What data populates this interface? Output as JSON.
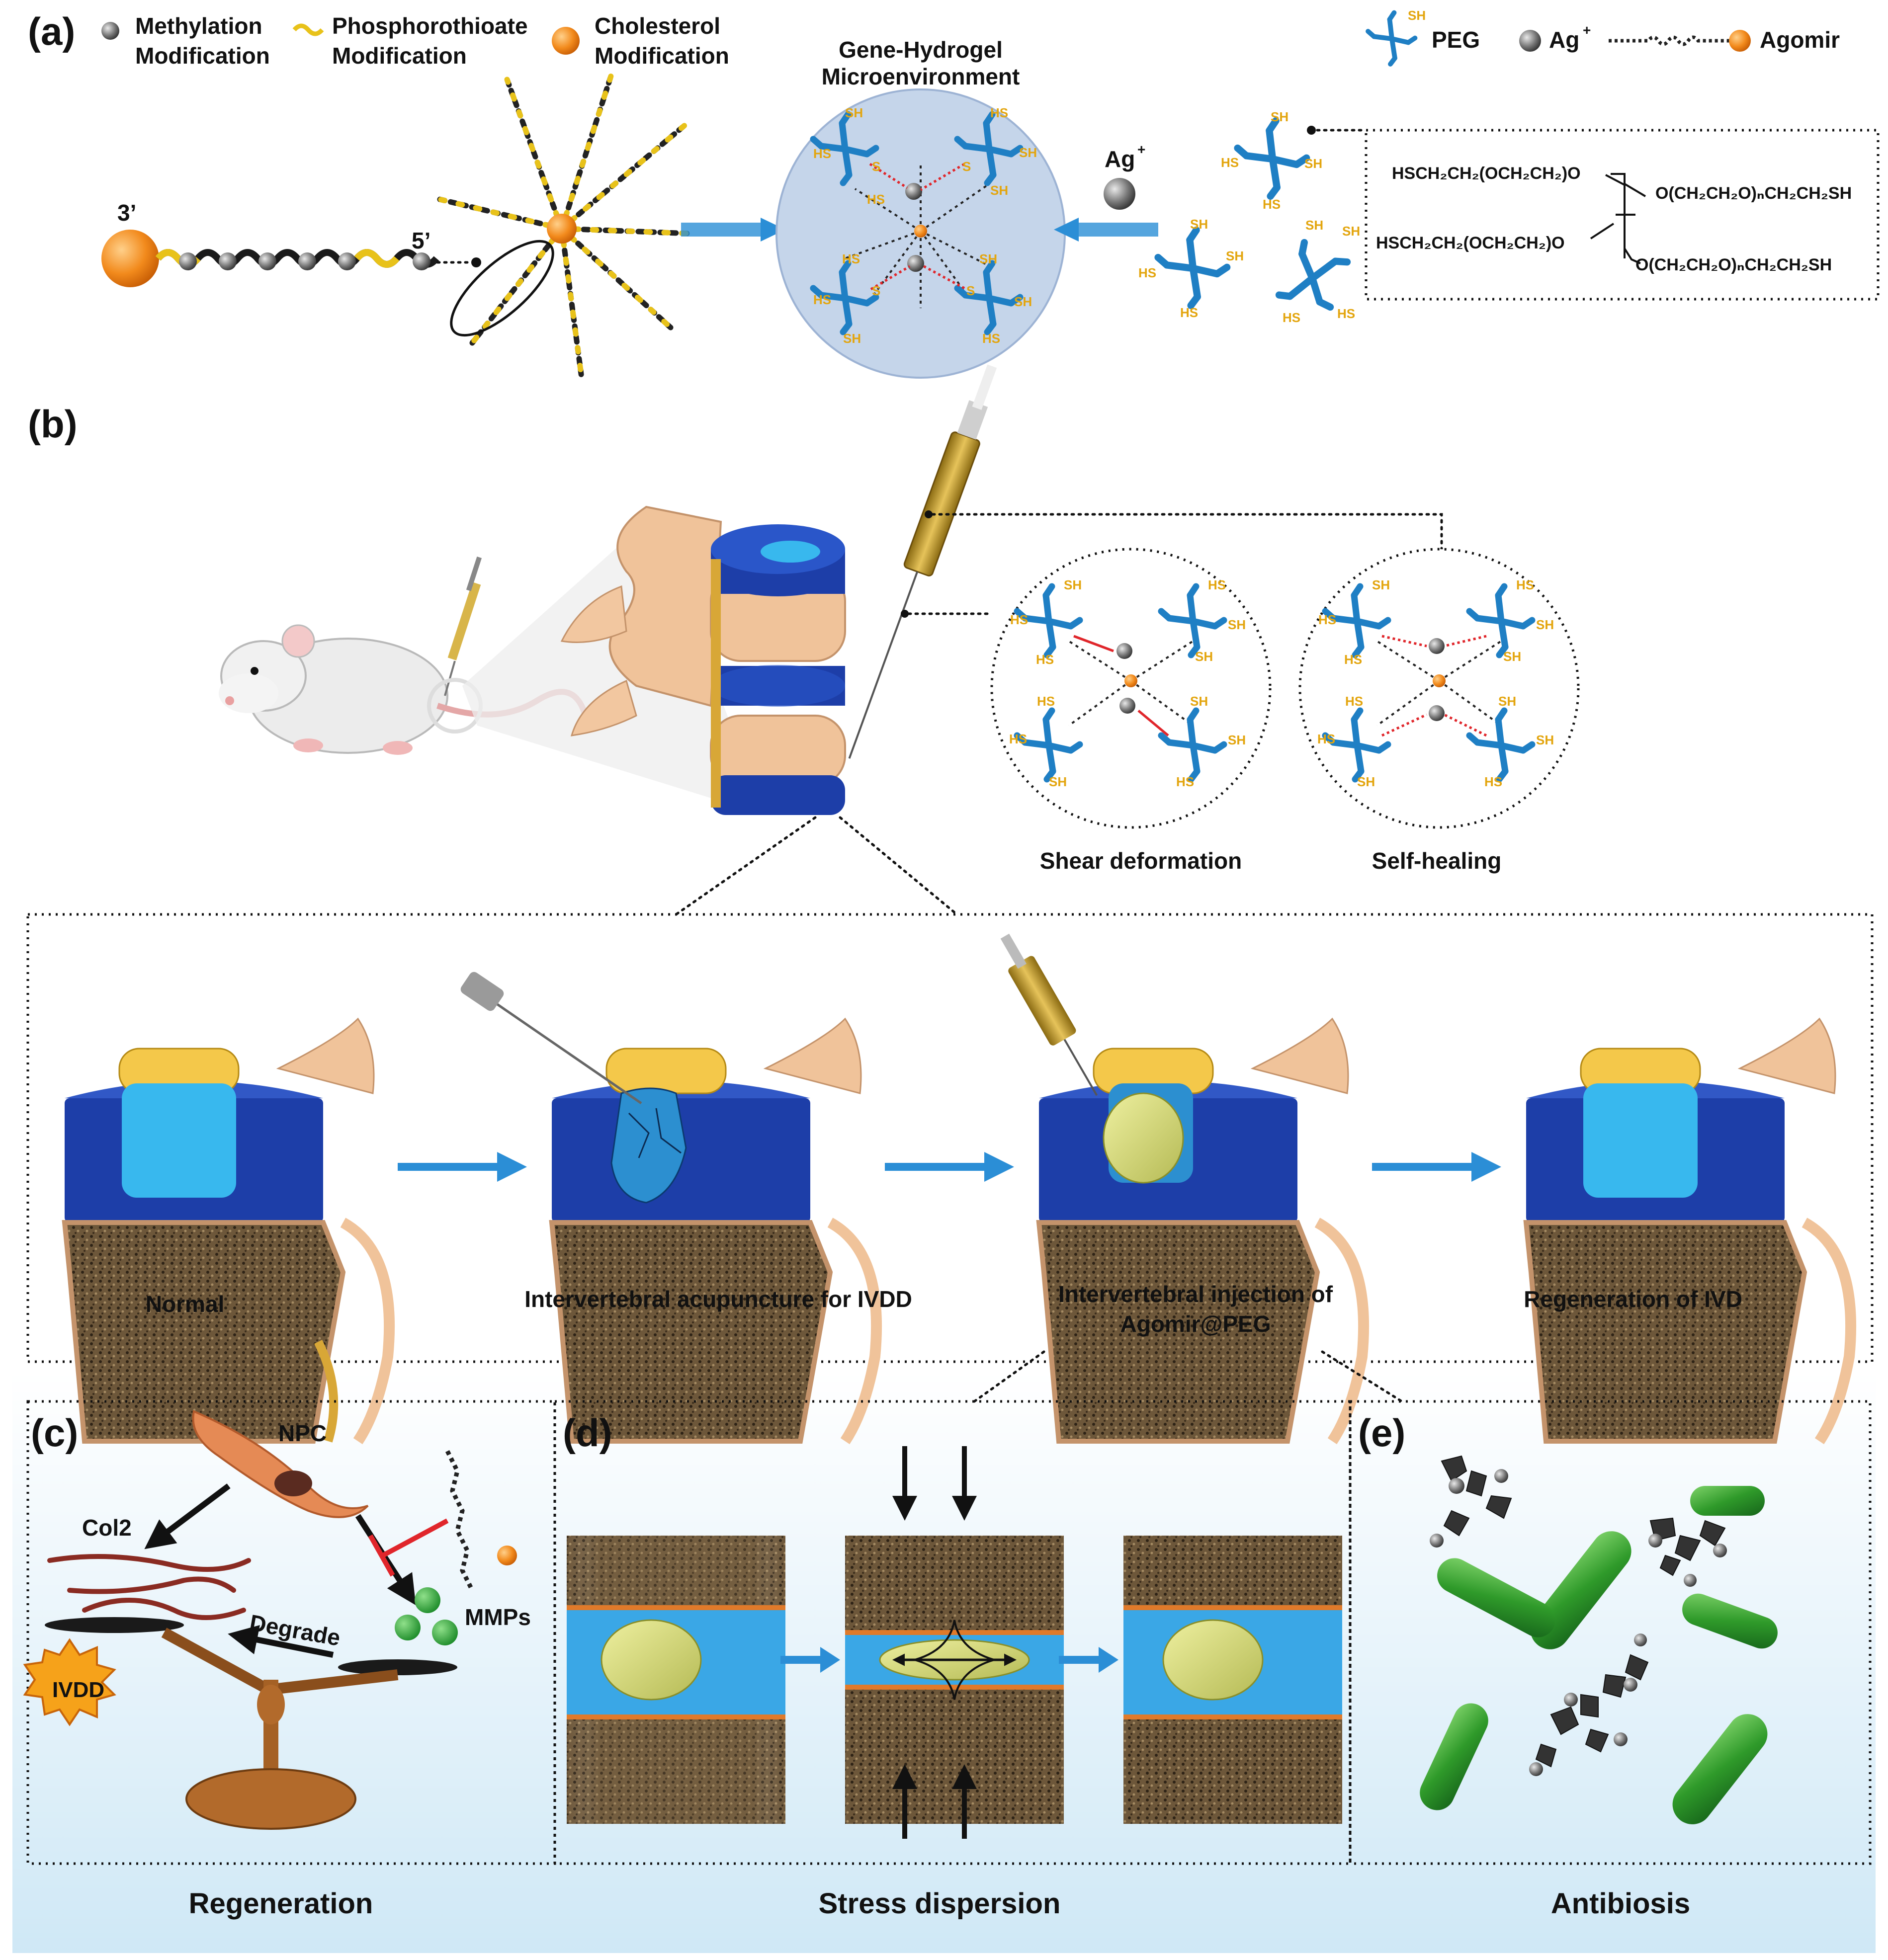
{
  "panels": {
    "a": "(a)",
    "b": "(b)",
    "c": "(c)",
    "d": "(d)",
    "e": "(e)"
  },
  "legend_a": {
    "methylation": [
      "Methylation",
      "Modification"
    ],
    "phosphorothioate": [
      "Phosphorothioate",
      "Modification"
    ],
    "cholesterol": [
      "Cholesterol",
      "Modification"
    ],
    "peg": "PEG",
    "sh": "SH",
    "ag": "Ag",
    "ag_sup": "+",
    "agomir": "Agomir"
  },
  "panel_a": {
    "end3": "3’",
    "end5": "5’",
    "gene_hydrogel": [
      "Gene-Hydrogel",
      "Microenvironment"
    ],
    "ag_label": "Ag",
    "ag_sup": "+",
    "hs": "HS",
    "sh": "SH",
    "s": "S",
    "formula": {
      "left_top": "HSCH₂CH₂(OCH₂CH₂)O",
      "left_bottom": "HSCH₂CH₂(OCH₂CH₂)O",
      "right_top": "O(CH₂CH₂O)ₙCH₂CH₂SH",
      "right_bottom": "O(CH₂CH₂O)ₙCH₂CH₂SH"
    }
  },
  "panel_b": {
    "shear": "Shear deformation",
    "self_healing": "Self-healing",
    "steps": [
      "Normal",
      "Intervertebral acupuncture for IVDD",
      [
        "Intervertebral injection of",
        "Agomir@PEG"
      ],
      "Regeneration  of IVD"
    ]
  },
  "panel_c": {
    "npc": "NPC",
    "col2": "Col2",
    "degrade": "Degrade",
    "mmps": "MMPs",
    "ivdd": "IVDD",
    "title": "Regeneration"
  },
  "panel_d": {
    "title": "Stress dispersion"
  },
  "panel_e": {
    "title": "Antibiosis"
  },
  "colors": {
    "arrow": "#2b8ed6",
    "peg": "#1f7fc4",
    "sh": "#e3a50e",
    "disc": "#1d3ea8",
    "nucleus": "#38b8ee",
    "bone": "#7c6748",
    "cholesterol": "#f08a1c",
    "bacteria": "#3e9a2c",
    "inhibit": "#e0262b"
  }
}
